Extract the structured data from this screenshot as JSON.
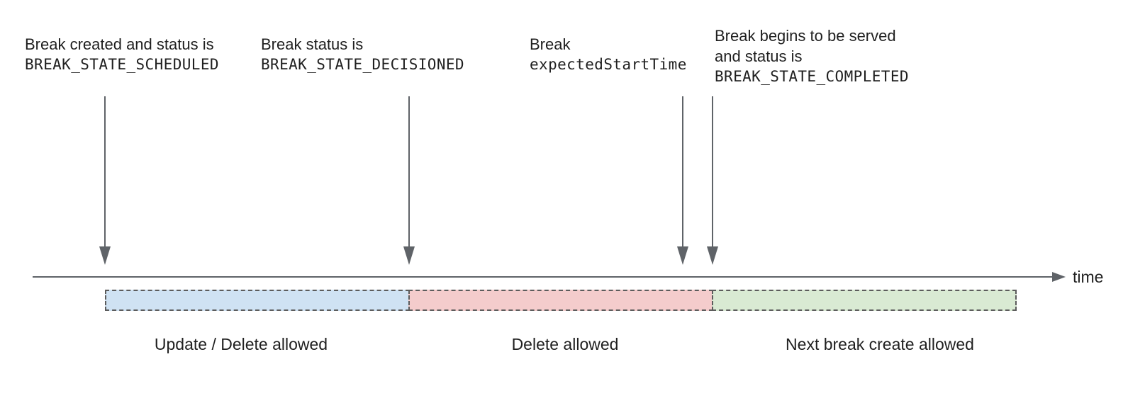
{
  "colors": {
    "segment_update_delete": "#cfe2f3",
    "segment_delete": "#f4cccc",
    "segment_next_break": "#d9ead3",
    "axis_and_arrows": "#5f6368",
    "dashed_border": "#5c5c5c",
    "text": "#1f1f1f"
  },
  "timeline": {
    "axis_label": "time"
  },
  "events": [
    {
      "line1": "Break created and status is",
      "line2": "BREAK_STATE_SCHEDULED"
    },
    {
      "line1": "Break status is",
      "line2": "BREAK_STATE_DECISIONED"
    },
    {
      "line1": "Break",
      "line2": "expectedStartTime"
    },
    {
      "line1": "Break begins to be served",
      "line2": "and status is",
      "line3": "BREAK_STATE_COMPLETED"
    }
  ],
  "segments": [
    {
      "label": "Update / Delete allowed",
      "color": "#cfe2f3"
    },
    {
      "label": "Delete allowed",
      "color": "#f4cccc"
    },
    {
      "label": "Next break create allowed",
      "color": "#d9ead3"
    }
  ]
}
